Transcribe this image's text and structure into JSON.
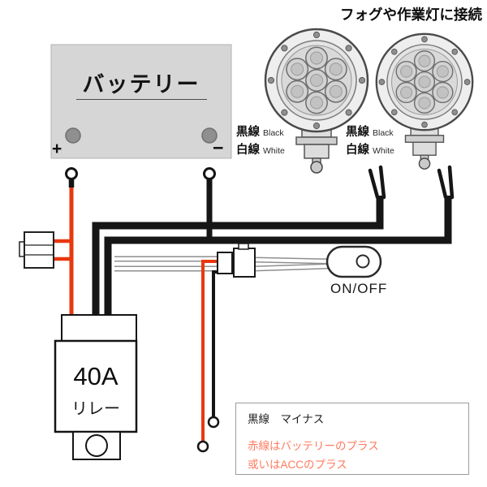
{
  "title": "フォグや作業灯に接続",
  "battery": {
    "label": "バッテリー",
    "plus": "+",
    "minus": "−"
  },
  "light1": {
    "black_jp": "黒線",
    "black_en": "Black",
    "white_jp": "白線",
    "white_en": "White"
  },
  "light2": {
    "black_jp": "黒線",
    "black_en": "Black",
    "white_jp": "白線",
    "white_en": "White"
  },
  "switch": {
    "label": "ON/OFF"
  },
  "relay": {
    "rating": "40A",
    "name": "リレー"
  },
  "legend": {
    "line1": "黒線　マイナス",
    "line2": "赤線はバッテリーのプラス",
    "line3": "或いはACCのプラス"
  },
  "colors": {
    "wire_red": "#e8380f",
    "wire_black": "#161616",
    "legend_red": "#ff7a5e",
    "battery_gray": "#d6d6d6"
  }
}
